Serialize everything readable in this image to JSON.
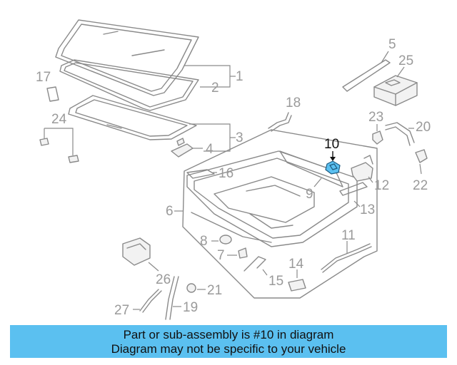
{
  "callouts": {
    "n1": "1",
    "n2": "2",
    "n3": "3",
    "n4": "4",
    "n5": "5",
    "n6": "6",
    "n7": "7",
    "n8": "8",
    "n9": "9",
    "n10": "10",
    "n11": "11",
    "n12": "12",
    "n13": "13",
    "n14": "14",
    "n15": "15",
    "n16": "16",
    "n17": "17",
    "n18": "18",
    "n19": "19",
    "n20": "20",
    "n21": "21",
    "n22": "22",
    "n23": "23",
    "n24": "24",
    "n25": "25",
    "n26": "26",
    "n27": "27"
  },
  "highlighted_part": "10",
  "banner": {
    "line1": "Part or sub-assembly is #10 in diagram",
    "line2": "Diagram may not be specific to your vehicle"
  },
  "colors": {
    "banner": "#5bc0f0",
    "highlight": "#5bc0f0",
    "line_art": "#8a8a8a"
  }
}
